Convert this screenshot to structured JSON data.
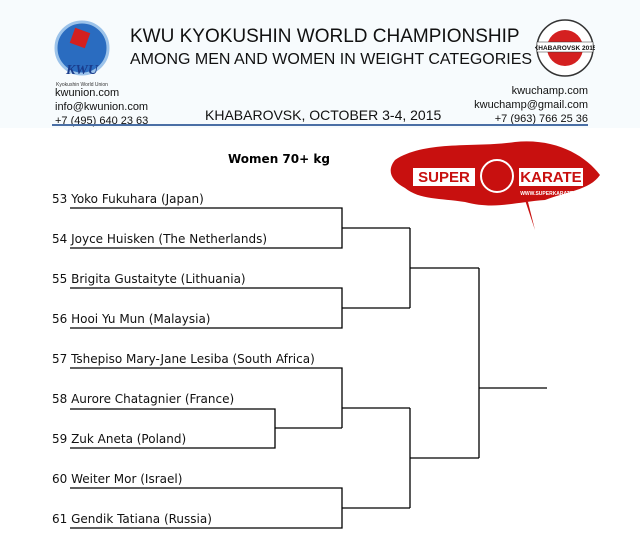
{
  "header": {
    "title": "KWU KYOKUSHIN WORLD CHAMPIONSHIP",
    "subtitle": "AMONG MEN AND WOMEN IN WEIGHT CATEGORIES",
    "left_logo_text": "KWU",
    "left_logo_caption": "Kyokushin World Union",
    "right_logo_text": "KHABAROVSK 2015",
    "left_contacts": [
      "kwunion.com",
      "info@kwunion.com",
      "+7 (495) 640 23 63"
    ],
    "right_contacts": [
      "kwuchamp.com",
      "kwuchamp@gmail.com",
      "+7 (963) 766 25 36"
    ],
    "city_date": "KHABAROVSK, OCTOBER 3-4, 2015"
  },
  "sponsor": {
    "word1": "SUPER",
    "word2": "KARATE",
    "url": "WWW.SUPERKARATE.RU",
    "color": "#c8100f"
  },
  "category": "Women 70+ kg",
  "participants": [
    "53 Yoko Fukuhara (Japan)",
    "54 Joyce Huisken (The Netherlands)",
    "55 Brigita Gustaityte (Lithuania)",
    "56 Hooi Yu Mun (Malaysia)",
    "57 Tshepiso Mary-Jane Lesiba (South Africa)",
    "58 Aurore Chatagnier (France)",
    "59 Zuk Aneta (Poland)",
    "60 Weiter Mor (Israel)",
    "61 Gendik Tatiana (Russia)"
  ]
}
